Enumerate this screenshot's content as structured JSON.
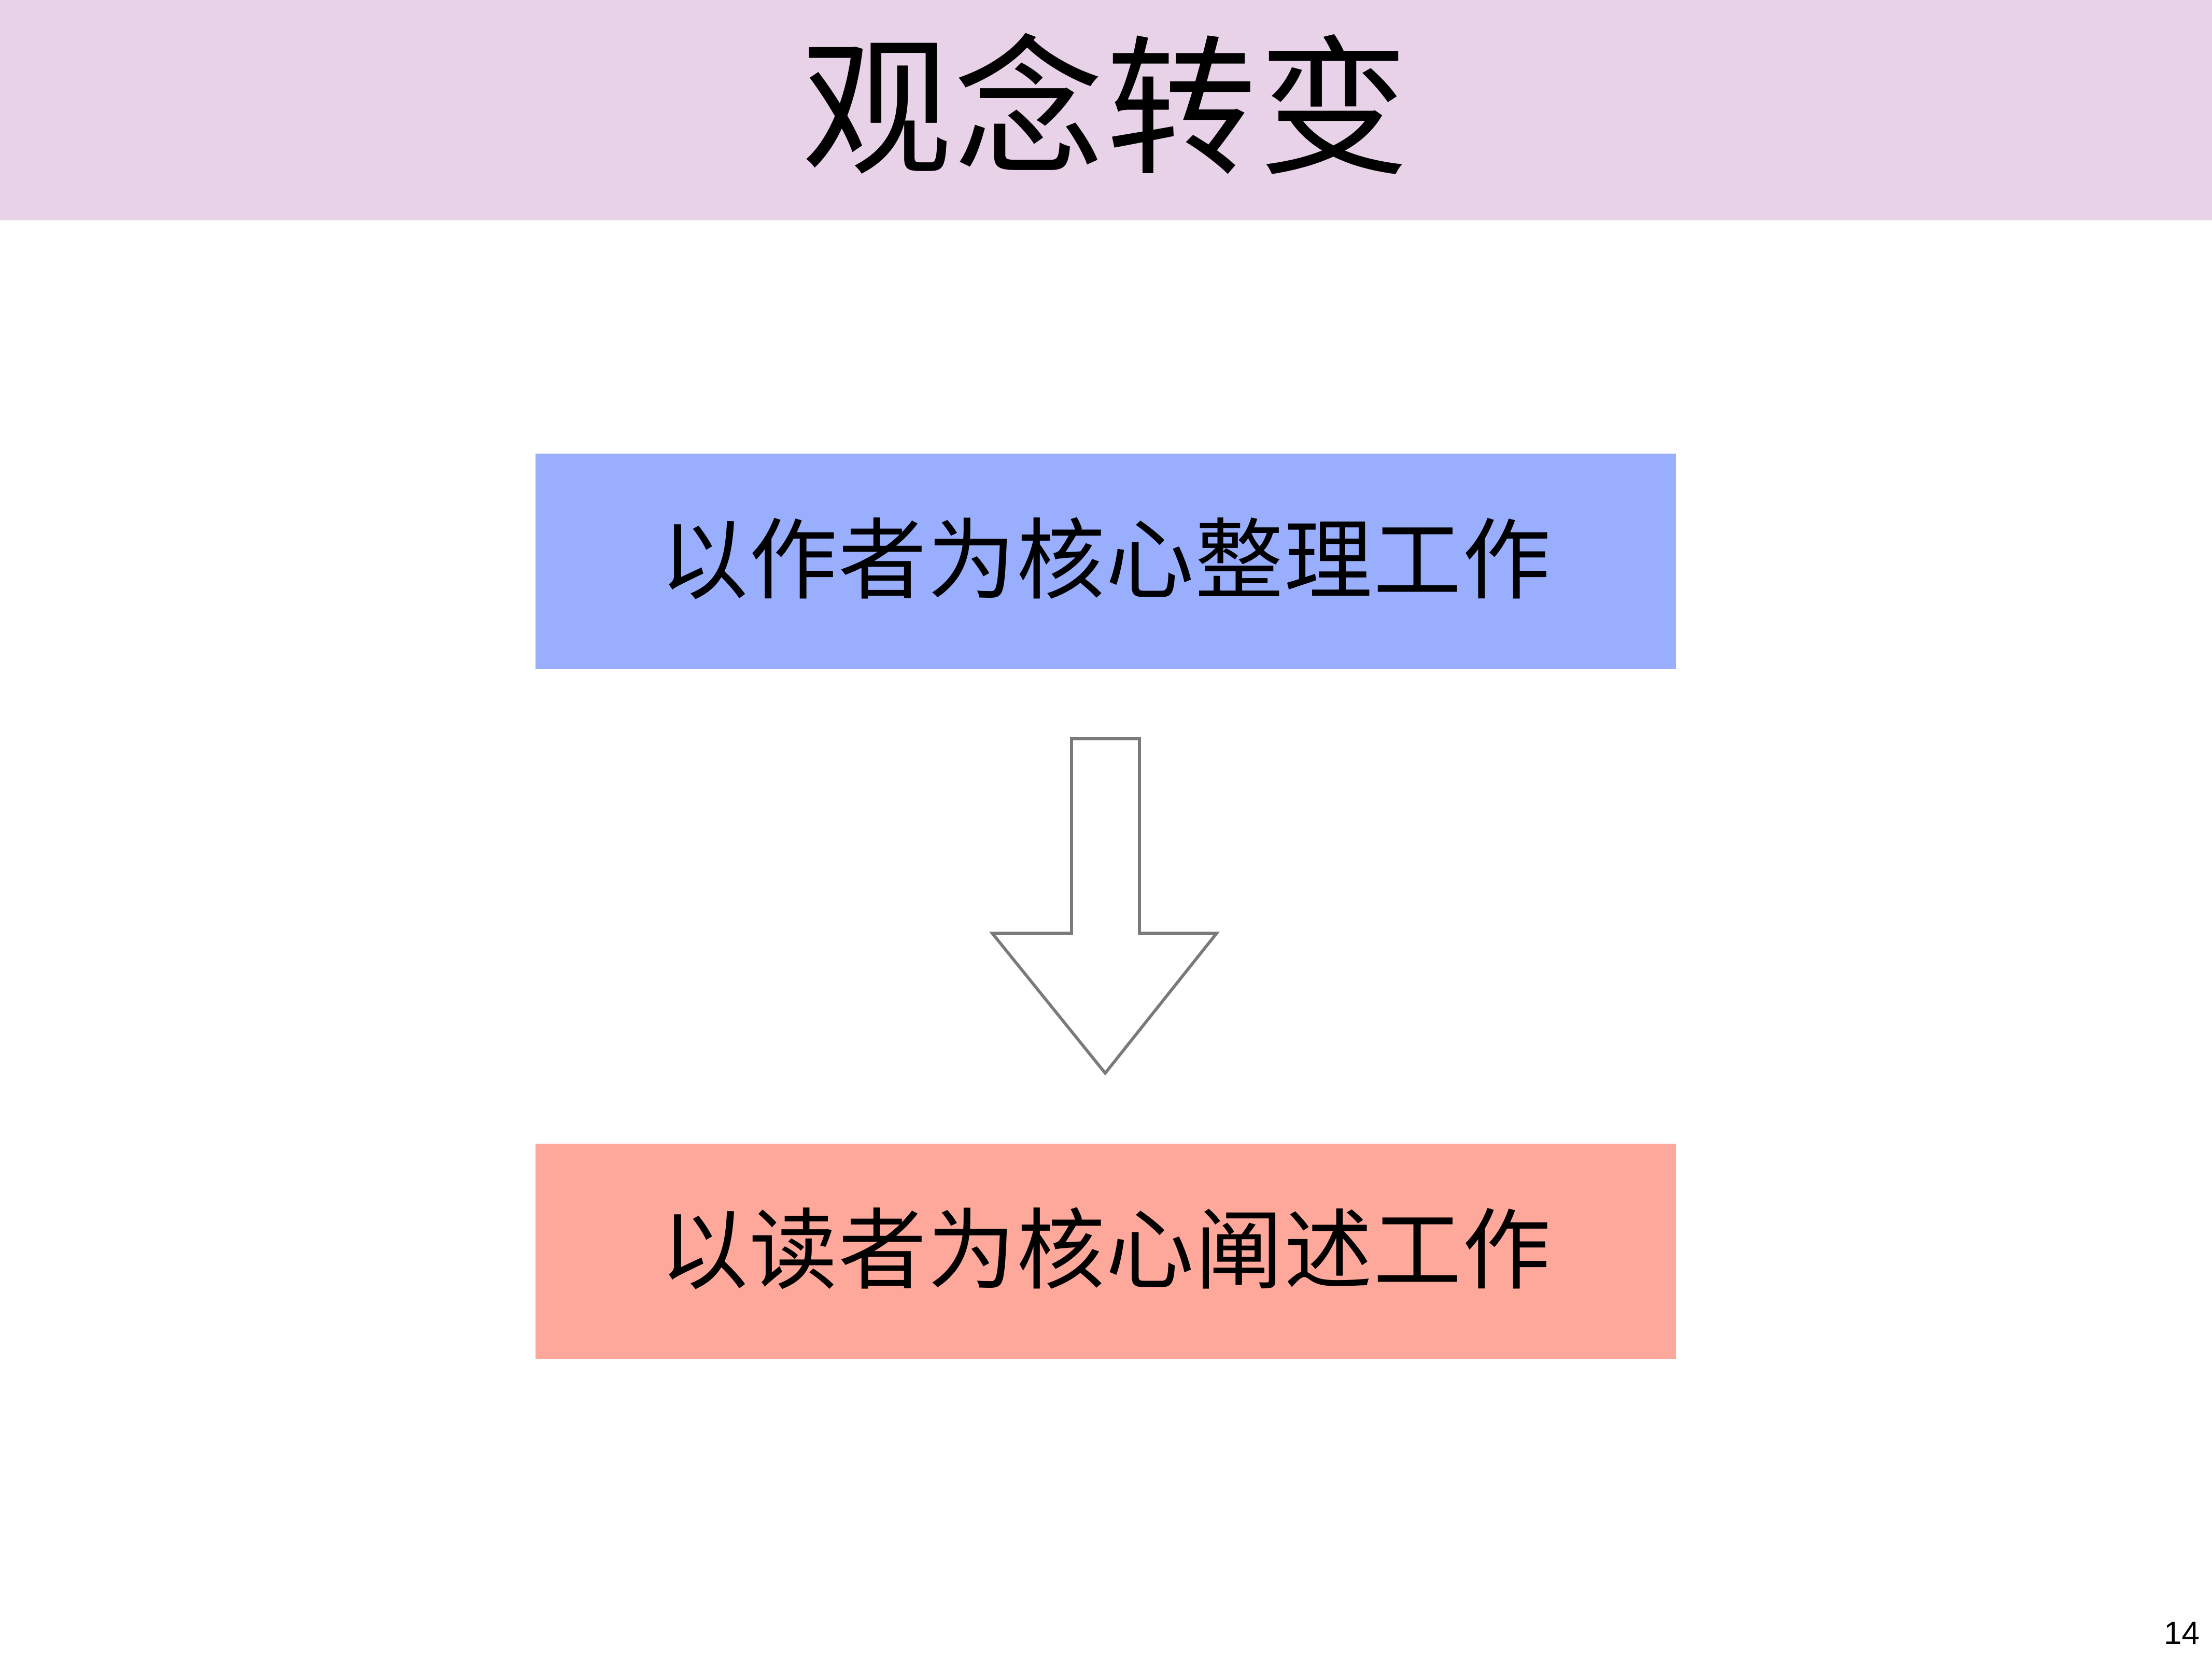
{
  "header": {
    "title": "观念转变",
    "background": "#e8d2e8"
  },
  "flow": {
    "from": {
      "label": "以作者为核心整理工作",
      "color": "#99aefd"
    },
    "to": {
      "label": "以读者为核心阐述工作",
      "color": "#fea89b"
    },
    "arrow": {
      "fill": "#ffffff",
      "stroke": "#7a7a7a",
      "icon": "down-arrow-icon"
    }
  },
  "footer": {
    "page_number": "14"
  }
}
